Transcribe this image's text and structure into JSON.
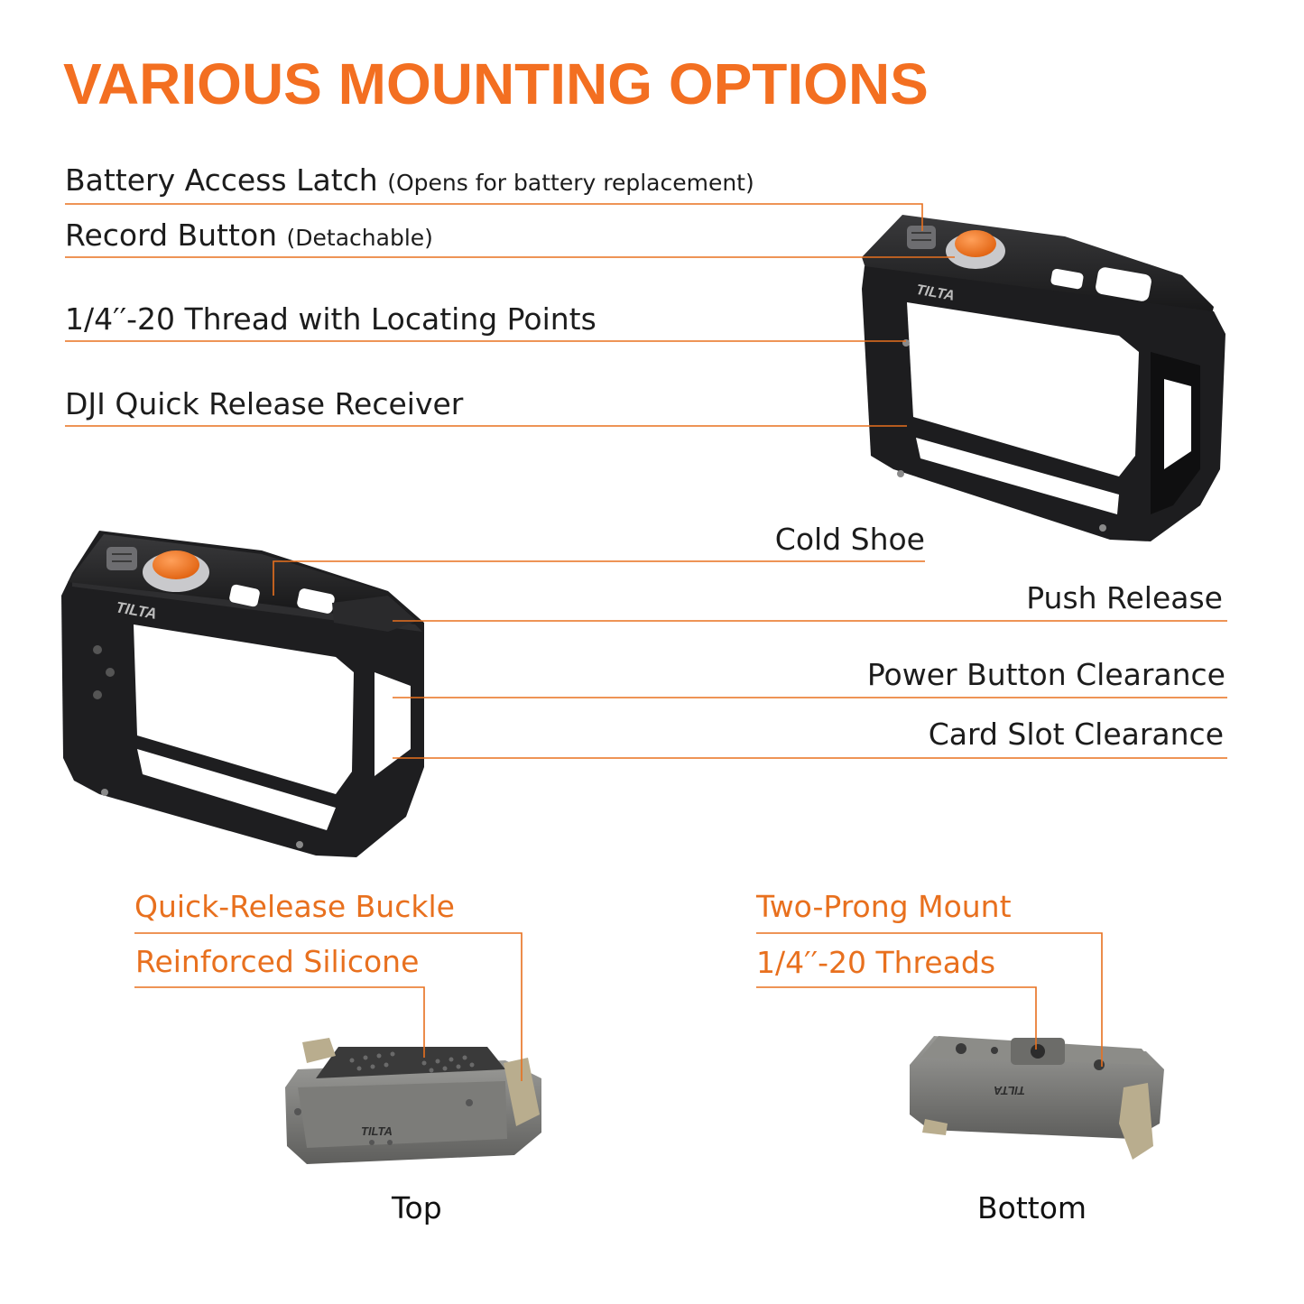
{
  "title": "VARIOUS MOUNTING OPTIONS",
  "brand_logo": "TILTA",
  "accent_color": "#f36f21",
  "cage_top_labels": {
    "battery_latch": "Battery Access Latch",
    "battery_latch_note": "(Opens for battery replacement)",
    "record_button": "Record Button",
    "record_button_note": "(Detachable)",
    "thread": "1/4′′-20 Thread with Locating Points",
    "dji_receiver": "DJI Quick Release Receiver"
  },
  "cage_bottom_labels": {
    "cold_shoe": "Cold Shoe",
    "push_release": "Push Release",
    "power_clearance": "Power Button Clearance",
    "card_clearance": "Card Slot Clearance"
  },
  "mount_top": {
    "buckle": "Quick-Release Buckle",
    "silicone": "Reinforced Silicone",
    "caption": "Top"
  },
  "mount_bottom": {
    "two_prong": "Two-Prong Mount",
    "threads": "1/4′′-20 Threads",
    "caption": "Bottom"
  }
}
